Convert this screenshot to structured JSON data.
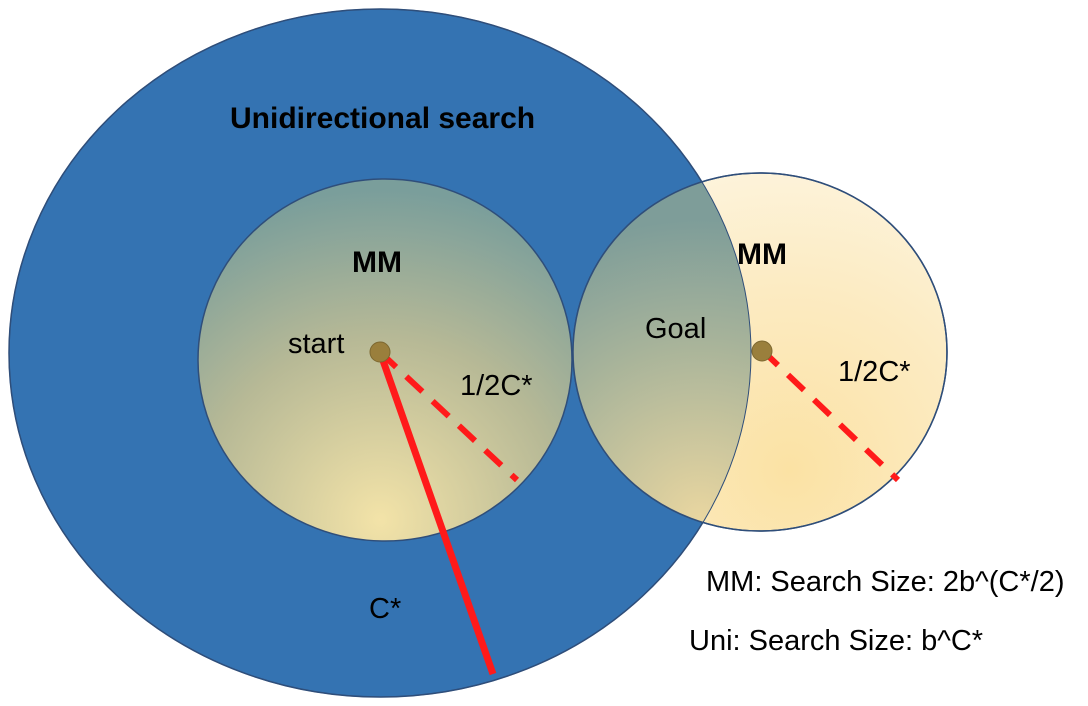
{
  "labels": {
    "outer_title": "Unidirectional search",
    "left_mm": "MM",
    "start": "start",
    "left_half_cost": "1/2C*",
    "full_cost": "C*",
    "right_mm": "MM",
    "goal": "Goal",
    "right_half_cost": "1/2C*"
  },
  "legend": {
    "mm_size": "MM: Search Size: 2b^(C*/2)",
    "uni_size": "Uni: Search Size: b^C*"
  },
  "colors": {
    "outer_fill": "#3473B2",
    "circle_edge": "#2F4E7A",
    "radius_line": "#FF1A1A",
    "node_fill": "#9A7F3C",
    "gradient_light": "#FBE8B6",
    "gradient_teal": "#7A9E9B"
  }
}
